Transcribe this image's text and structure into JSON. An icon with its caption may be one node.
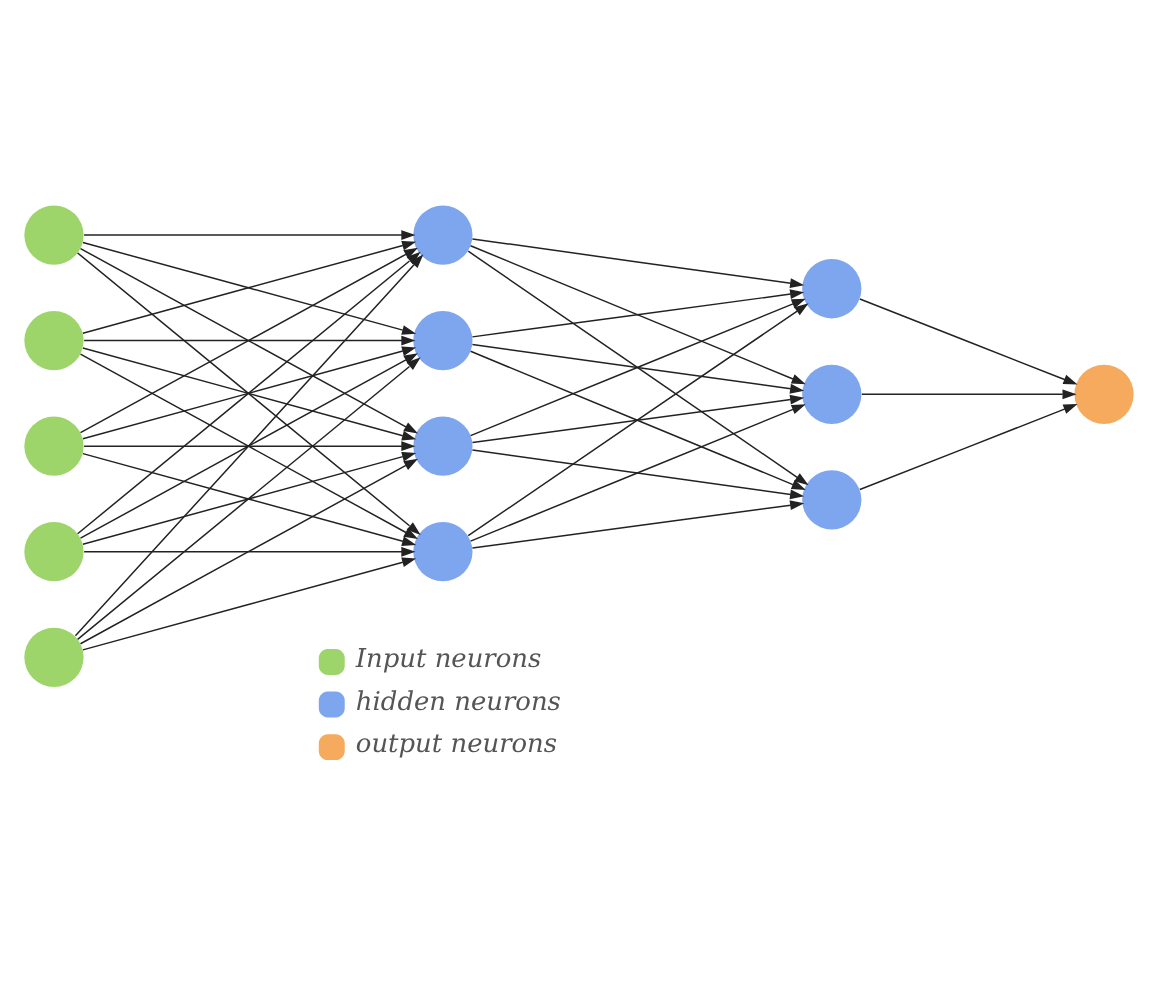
{
  "diagram": {
    "nodes": [
      {
        "text": [],
        "shape": "circle"
      },
      {
        "text": [],
        "shape": "circle"
      },
      {
        "text": [],
        "shape": "circle"
      },
      {
        "text": [],
        "shape": "circle"
      },
      {
        "text": [],
        "shape": "circle"
      },
      {
        "text": [],
        "shape": "circle"
      },
      {
        "text": [],
        "shape": "circle"
      },
      {
        "text": [],
        "shape": "circle"
      },
      {
        "text": [],
        "shape": "circle"
      },
      {
        "text": [],
        "shape": "circle"
      },
      {
        "text": [],
        "shape": "circle"
      },
      {
        "text": [],
        "shape": "circle"
      },
      {
        "text": [],
        "shape": "circle"
      }
    ],
    "edges": [
      {
        "from": 0,
        "to": 5,
        "arrow": "to"
      },
      {
        "from": 0,
        "to": 6,
        "arrow": "to"
      },
      {
        "from": 0,
        "to": 7,
        "arrow": "to"
      },
      {
        "from": 0,
        "to": 8,
        "arrow": "to"
      },
      {
        "from": 1,
        "to": 5,
        "arrow": "to"
      },
      {
        "from": 1,
        "to": 6,
        "arrow": "to"
      },
      {
        "from": 1,
        "to": 7,
        "arrow": "to"
      },
      {
        "from": 1,
        "to": 8,
        "arrow": "to"
      },
      {
        "from": 2,
        "to": 5,
        "arrow": "to"
      },
      {
        "from": 2,
        "to": 6,
        "arrow": "to"
      },
      {
        "from": 2,
        "to": 7,
        "arrow": "to"
      },
      {
        "from": 2,
        "to": 8,
        "arrow": "to"
      },
      {
        "from": 3,
        "to": 5,
        "arrow": "to"
      },
      {
        "from": 3,
        "to": 6,
        "arrow": "to"
      },
      {
        "from": 3,
        "to": 7,
        "arrow": "to"
      },
      {
        "from": 3,
        "to": 8,
        "arrow": "to"
      },
      {
        "from": 4,
        "to": 5,
        "arrow": "to"
      },
      {
        "from": 4,
        "to": 6,
        "arrow": "to"
      },
      {
        "from": 4,
        "to": 7,
        "arrow": "to"
      },
      {
        "from": 4,
        "to": 8,
        "arrow": "to"
      },
      {
        "from": 5,
        "to": 9,
        "arrow": "to"
      },
      {
        "from": 5,
        "to": 10,
        "arrow": "to"
      },
      {
        "from": 5,
        "to": 11,
        "arrow": "to"
      },
      {
        "from": 6,
        "to": 9,
        "arrow": "to"
      },
      {
        "from": 6,
        "to": 10,
        "arrow": "to"
      },
      {
        "from": 6,
        "to": 11,
        "arrow": "to"
      },
      {
        "from": 7,
        "to": 9,
        "arrow": "to"
      },
      {
        "from": 7,
        "to": 10,
        "arrow": "to"
      },
      {
        "from": 7,
        "to": 11,
        "arrow": "to"
      },
      {
        "from": 8,
        "to": 9,
        "arrow": "to"
      },
      {
        "from": 8,
        "to": 10,
        "arrow": "to"
      },
      {
        "from": 8,
        "to": 11,
        "arrow": "to"
      },
      {
        "from": 9,
        "to": 12,
        "arrow": "to"
      },
      {
        "from": 10,
        "to": 12,
        "arrow": "to"
      },
      {
        "from": 11,
        "to": 12,
        "arrow": "to"
      }
    ],
    "legend": [
      {
        "text": "Input neurons",
        "color": "#9ed56b"
      },
      {
        "text": "hidden neurons",
        "color": "#7ea6ee"
      },
      {
        "text": "output neurons",
        "color": "#f6aa5e"
      }
    ]
  }
}
